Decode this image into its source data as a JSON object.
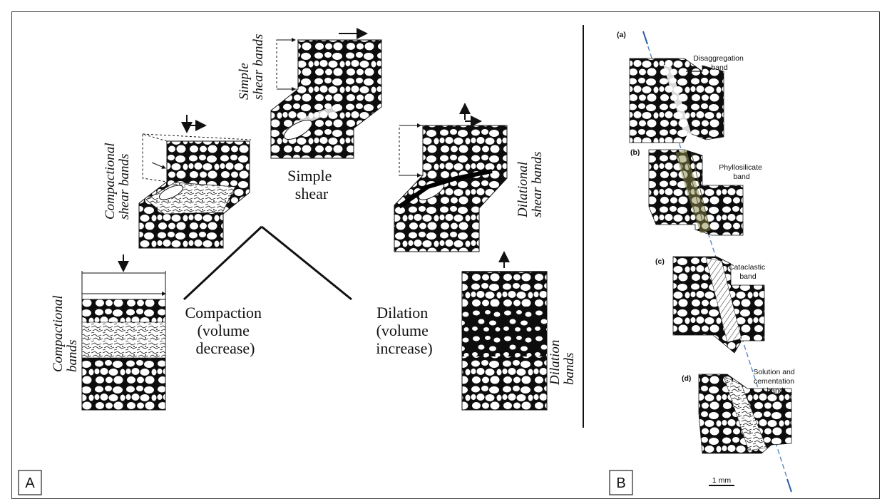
{
  "panel_a": {
    "box_label": "A",
    "simple_shear_bands_label": [
      "Simple",
      "shear bands"
    ],
    "compactional_shear_bands_label": [
      "Compactional",
      "shear bands"
    ],
    "dilational_shear_bands_label": [
      "Dilational",
      "shear bands"
    ],
    "compactional_bands_label": [
      "Compactional",
      "bands"
    ],
    "dilation_bands_label": [
      "Dilation",
      "bands"
    ],
    "simple_shear_caption": [
      "Simple",
      "shear"
    ],
    "compaction_caption": [
      "Compaction",
      "(volume",
      "decrease)"
    ],
    "dilation_caption": [
      "Dilation",
      "(volume",
      "increase)"
    ]
  },
  "panel_b": {
    "box_label": "B",
    "sub_a": "(a)",
    "sub_b": "(b)",
    "sub_c": "(c)",
    "sub_d": "(d)",
    "disaggregation_label": [
      "Disaggregation",
      "band"
    ],
    "phyllosilicate_label": [
      "Phyllosilicate",
      "band"
    ],
    "cataclastic_label": [
      "Cataclastic",
      "band"
    ],
    "solution_label": [
      "Solution and",
      "cementation",
      "band"
    ],
    "scale_label": "1 mm"
  },
  "colors": {
    "ink": "#111111",
    "grain_fill": "#ffffff",
    "matrix": "#0d0d0d",
    "dashed_axis": "#4a7fc0"
  }
}
